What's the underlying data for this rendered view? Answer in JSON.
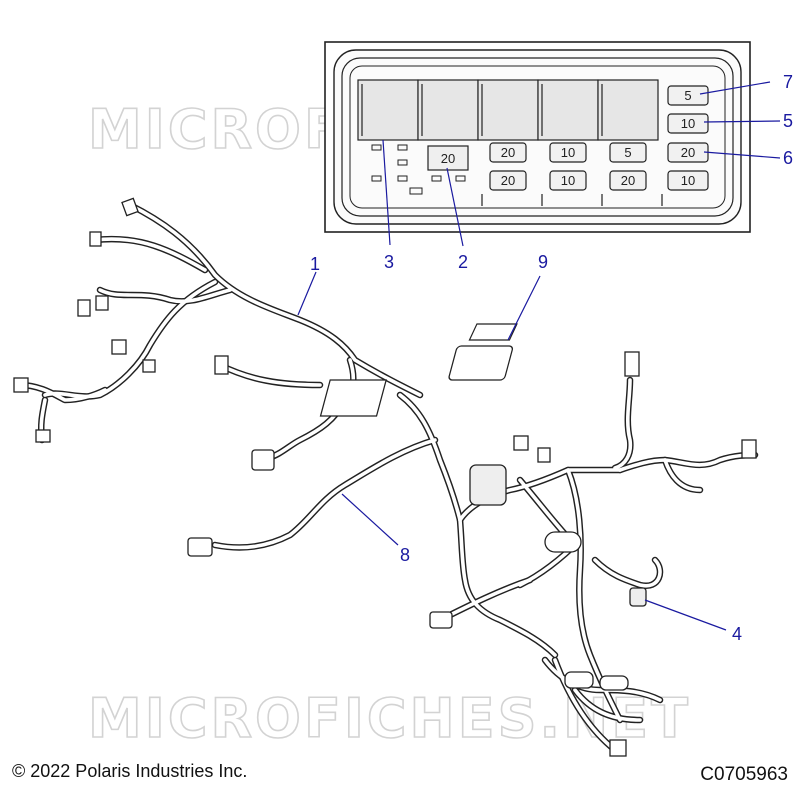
{
  "watermark": "MICROFICHES.NET",
  "fuse_box": {
    "row1": [
      "20",
      "20",
      "10",
      "5"
    ],
    "row2": [
      "20",
      "10",
      "20"
    ],
    "right_column": [
      "5",
      "10",
      "20",
      "10"
    ]
  },
  "callouts": [
    "1",
    "2",
    "3",
    "4",
    "5",
    "6",
    "7",
    "8",
    "9"
  ],
  "footer": {
    "copyright": "© 2022 Polaris Industries Inc.",
    "part_code": "C0705963"
  }
}
